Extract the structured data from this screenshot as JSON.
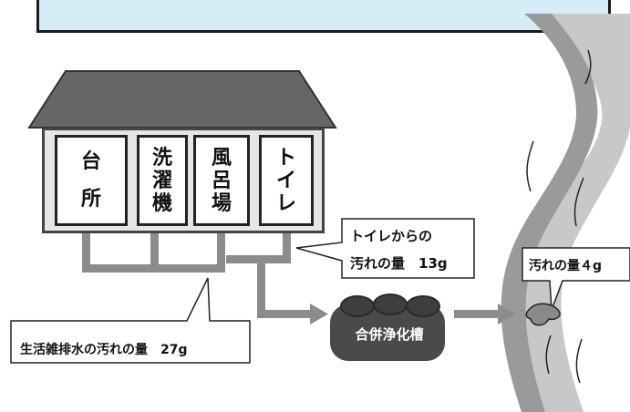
{
  "rooms": {
    "kitchen": [
      "台",
      "所"
    ],
    "laundry": [
      "洗",
      "濯",
      "機"
    ],
    "bath": [
      "風",
      "呂",
      "場"
    ],
    "toilet": [
      "ト",
      "イ",
      "レ"
    ]
  },
  "callouts": {
    "toilet_line1": "トイレからの",
    "toilet_line2": "汚れの量　13g",
    "gray_water": "生活雑排水の汚れの量　27g",
    "river": "汚れの量４g"
  },
  "tank": {
    "label": "合併浄化槽"
  },
  "colors": {
    "banner_fill": "#d6ecf6",
    "pipe": "#8c8c8c",
    "roof": "#666666",
    "wall": "#e6e6e6",
    "river_dark": "#9a9a9a",
    "river_light": "#c8c8c8",
    "tank": "#4a4a4a"
  }
}
